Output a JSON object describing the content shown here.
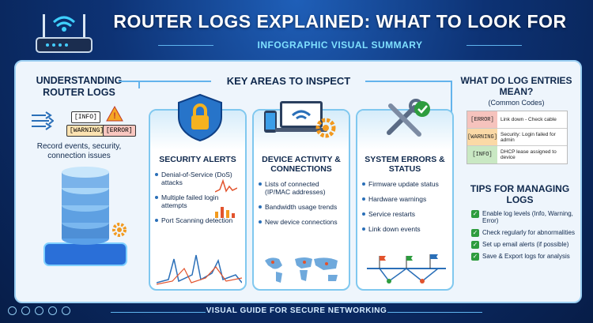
{
  "header": {
    "title": "ROUTER LOGS EXPLAINED: WHAT TO LOOK FOR",
    "subtitle": "INFOGRAPHIC VISUAL SUMMARY"
  },
  "left": {
    "title": "UNDERSTANDING ROUTER LOGS",
    "tags": [
      "[INFO]",
      "[WARNING]",
      "[ERROR]"
    ],
    "text": "Record events, security, connection issues"
  },
  "center": {
    "title": "KEY AREAS TO INSPECT",
    "cards": [
      {
        "title": "SECURITY ALERTS",
        "items": [
          "Denial-of-Service (DoS) attacks",
          "Multiple failed login attempts",
          "Port Scanning detection"
        ]
      },
      {
        "title": "DEVICE ACTIVITY & CONNECTIONS",
        "items": [
          "Lists of connected (IP/MAC addresses)",
          "Bandwidth usage trends",
          "New device connections"
        ]
      },
      {
        "title": "SYSTEM ERRORS & STATUS",
        "items": [
          "Firmware update status",
          "Hardware warnings",
          "Service restarts",
          "Link down events"
        ]
      }
    ]
  },
  "right": {
    "title": "WHAT DO LOG ENTRIES MEAN?",
    "subtitle": "(Common Codes)",
    "codes": [
      {
        "tag": "[ERROR]",
        "desc": "Link down - Check cable",
        "color": "#f6c3bd"
      },
      {
        "tag": "[WARNING]",
        "desc": "Security: Login failed for admin",
        "color": "#fbd9a6"
      },
      {
        "tag": "[INFO]",
        "desc": "DHCP lease assigned to device",
        "color": "#c9e8c3"
      }
    ],
    "tips_title": "TIPS FOR MANAGING LOGS",
    "tips": [
      "Enable log levels (Info, Warning, Error)",
      "Check regularly for abnormalities",
      "Set up email alerts (if possible)",
      "Save & Export logs for analysis"
    ]
  },
  "footer": {
    "text": "VISUAL GUIDE FOR SECURE NETWORKING"
  },
  "colors": {
    "accent": "#63b3ec",
    "navy": "#10294d",
    "check": "#2d9c3e"
  }
}
